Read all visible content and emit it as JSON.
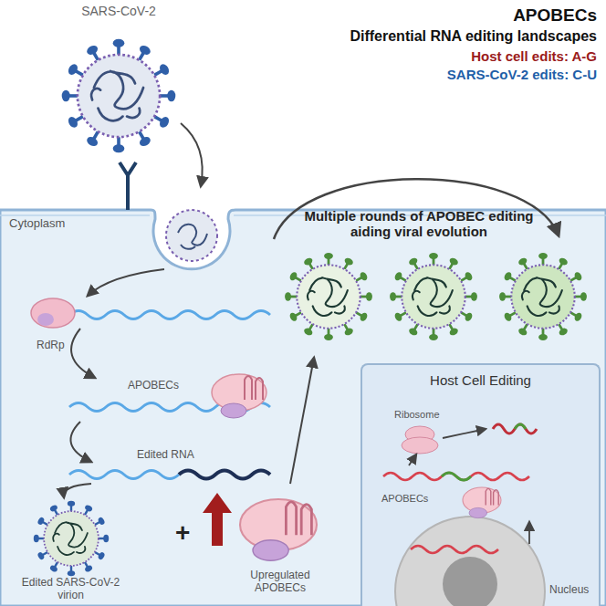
{
  "diagram": {
    "title": "APOBECs",
    "nodes": [
      {
        "text": [
          "Cytoplasm"
        ]
      },
      {
        "text": [
          "Host Cell Editing"
        ],
        "in": 0
      }
    ],
    "labels": [
      "SARS-CoV-2",
      "Differential RNA editing landscapes",
      "Host cell edits: A-G",
      "SARS-CoV-2 edits: C-U",
      "RdRp",
      "APOBECs",
      "Edited RNA",
      "Edited SARS-CoV-2 virion",
      "+",
      "Upregulated APOBECs",
      "Multiple rounds of APOBEC editing aiding viral evolution",
      "Ribosome",
      "APOBECs",
      "Nucleus"
    ]
  }
}
